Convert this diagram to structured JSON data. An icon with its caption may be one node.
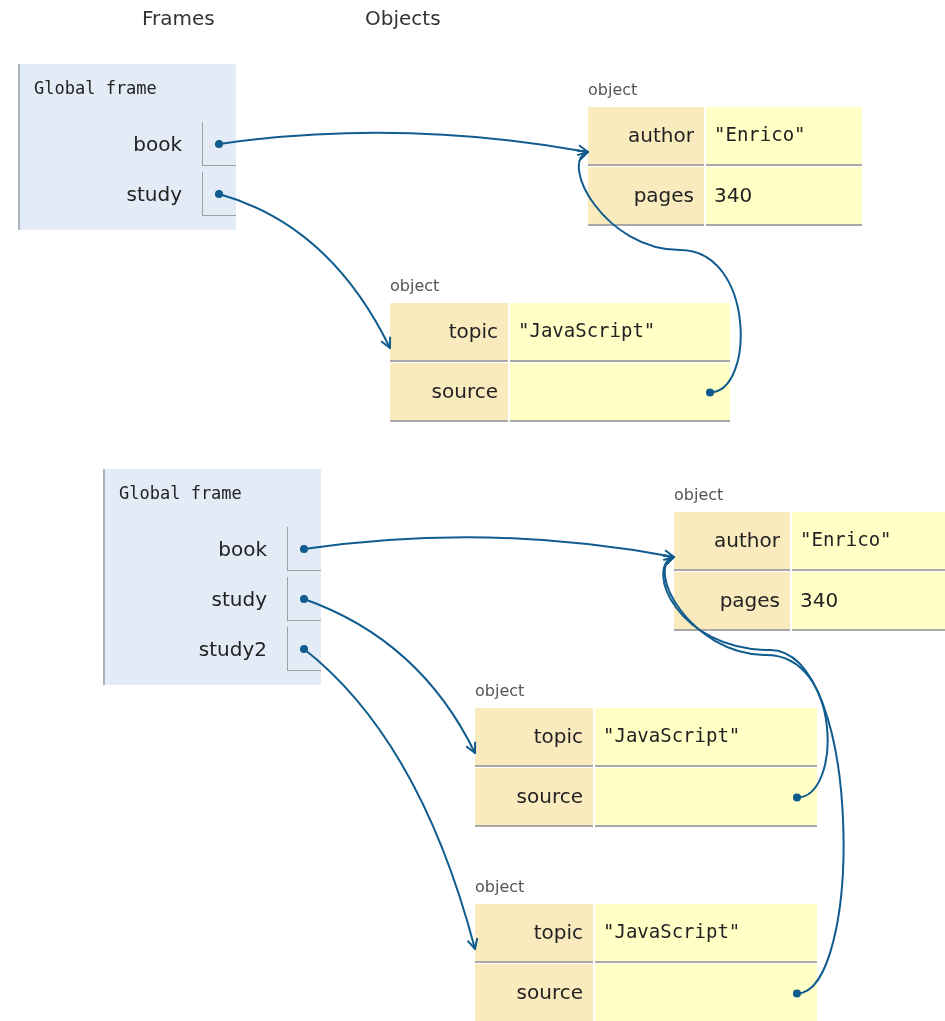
{
  "diagram": {
    "nodes": [
      {
        "text": [
          "Global frame"
        ]
      },
      {
        "text": [
          "book"
        ],
        "in": 0
      },
      {
        "text": [
          "study"
        ],
        "in": 0
      },
      {
        "text": [
          "object"
        ]
      },
      {
        "text": [
          "author",
          "\"Enrico\""
        ],
        "in": 3
      },
      {
        "text": [
          "pages",
          "340"
        ],
        "in": 3
      },
      {
        "text": [
          "object"
        ]
      },
      {
        "text": [
          "topic",
          "\"JavaScript\""
        ],
        "in": 6
      },
      {
        "text": [
          "source"
        ],
        "in": 6
      },
      {
        "text": [
          "Global frame"
        ]
      },
      {
        "text": [
          "book"
        ],
        "in": 9
      },
      {
        "text": [
          "study"
        ],
        "in": 9
      },
      {
        "text": [
          "study2"
        ],
        "in": 9
      },
      {
        "text": [
          "object"
        ]
      },
      {
        "text": [
          "author",
          "\"Enrico\""
        ],
        "in": 13
      },
      {
        "text": [
          "pages",
          "340"
        ],
        "in": 13
      },
      {
        "text": [
          "object"
        ]
      },
      {
        "text": [
          "topic",
          "\"JavaScript\""
        ],
        "in": 16
      },
      {
        "text": [
          "source"
        ],
        "in": 16
      },
      {
        "text": [
          "object"
        ]
      },
      {
        "text": [
          "topic",
          "\"JavaScript\""
        ],
        "in": 19
      },
      {
        "text": [
          "source"
        ],
        "in": 19
      }
    ],
    "edges": [
      {
        "from": 1,
        "to": 3,
        "arrow": "to"
      },
      {
        "from": 2,
        "to": 6,
        "arrow": "to"
      },
      {
        "from": 8,
        "to": 3,
        "arrow": "to"
      },
      {
        "from": 10,
        "to": 13,
        "arrow": "to"
      },
      {
        "from": 11,
        "to": 16,
        "arrow": "to"
      },
      {
        "from": 12,
        "to": 19,
        "arrow": "to"
      },
      {
        "from": 18,
        "to": 13,
        "arrow": "to"
      },
      {
        "from": 21,
        "to": 13,
        "arrow": "to"
      }
    ],
    "labels": [
      "Frames",
      "Objects"
    ]
  }
}
